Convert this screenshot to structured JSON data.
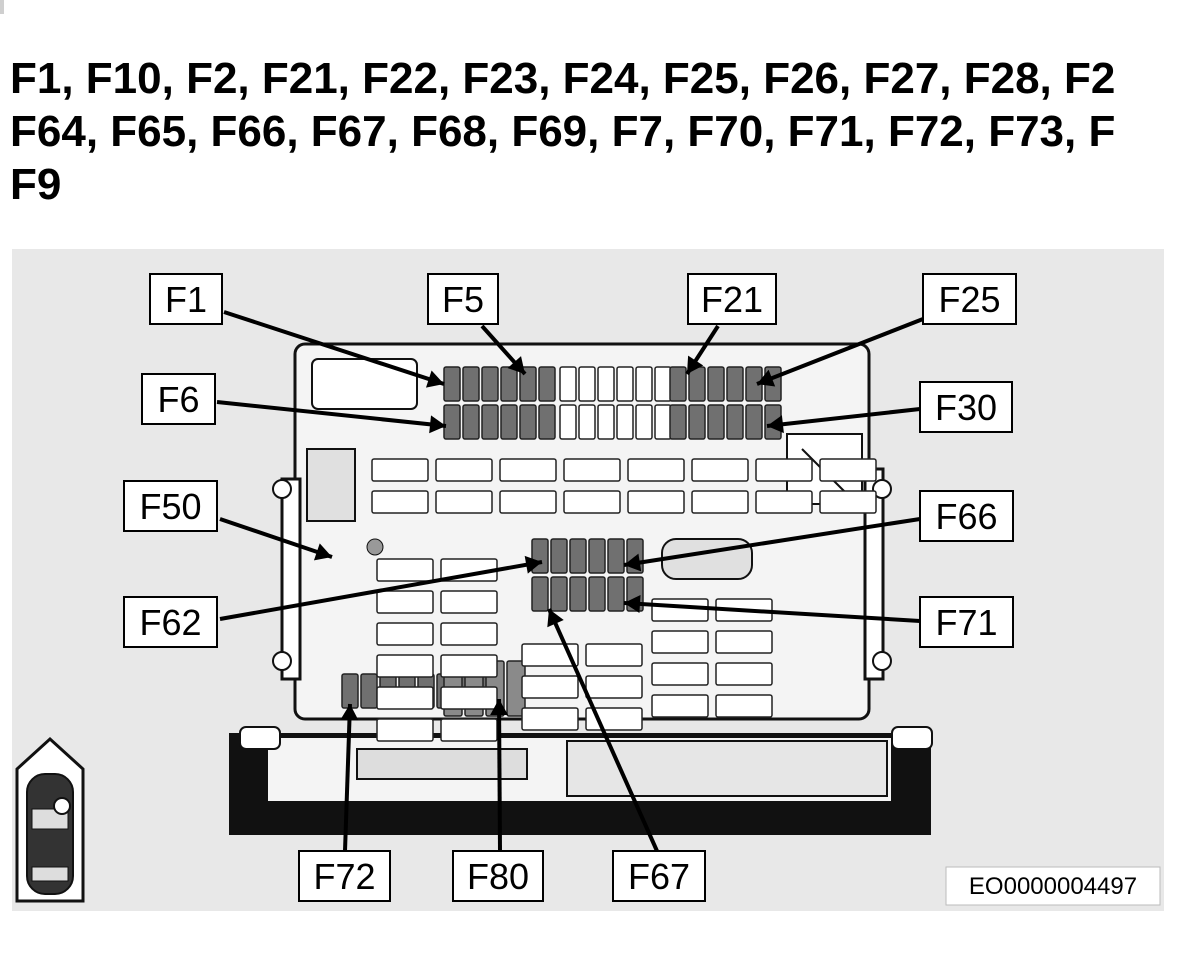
{
  "heading": {
    "line1": "F1, F10, F2, F21, F22, F23, F24, F25, F26, F27, F28, F2",
    "line2": "F64, F65, F66, F67, F68, F69, F7, F70, F71, F72, F73, F",
    "line3": "F9"
  },
  "diagram": {
    "fuse_labels": [
      "F1",
      "F5",
      "F21",
      "F25",
      "F6",
      "F30",
      "F50",
      "F66",
      "F62",
      "F71",
      "F72",
      "F80",
      "F67"
    ],
    "image_code": "EO0000004497",
    "colors": {
      "background": "#e8e8e8",
      "fuse_fill": "#707070",
      "housing": "#111111"
    }
  }
}
